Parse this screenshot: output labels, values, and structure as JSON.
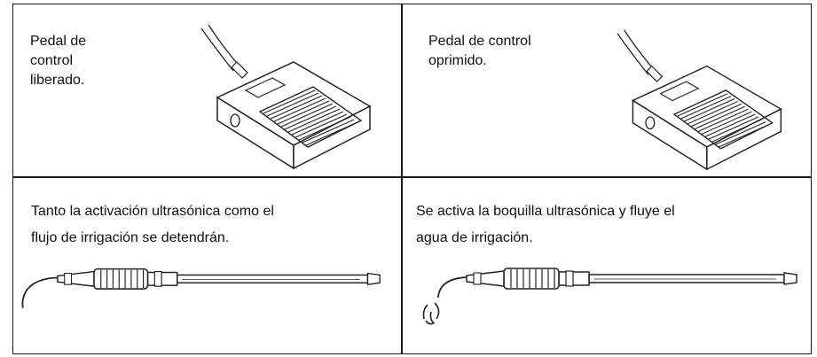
{
  "cells": {
    "released": {
      "lines": [
        "Pedal de",
        "control",
        "liberado."
      ]
    },
    "pressed": {
      "lines": [
        "Pedal de control",
        "oprimido."
      ]
    },
    "stop_result": {
      "lines": [
        "Tanto la activación ultrasónica como el",
        "flujo de irrigación se detendrán."
      ]
    },
    "active_result": {
      "lines": [
        "Se activa la boquilla ultrasónica y fluye el",
        "agua de irrigación."
      ]
    }
  },
  "icons": {
    "pedal_released": "foot-pedal-icon",
    "pedal_pressed": "foot-pedal-pressed-icon",
    "handpiece_idle": "ultrasonic-handpiece-icon",
    "handpiece_active": "ultrasonic-handpiece-spray-icon"
  }
}
